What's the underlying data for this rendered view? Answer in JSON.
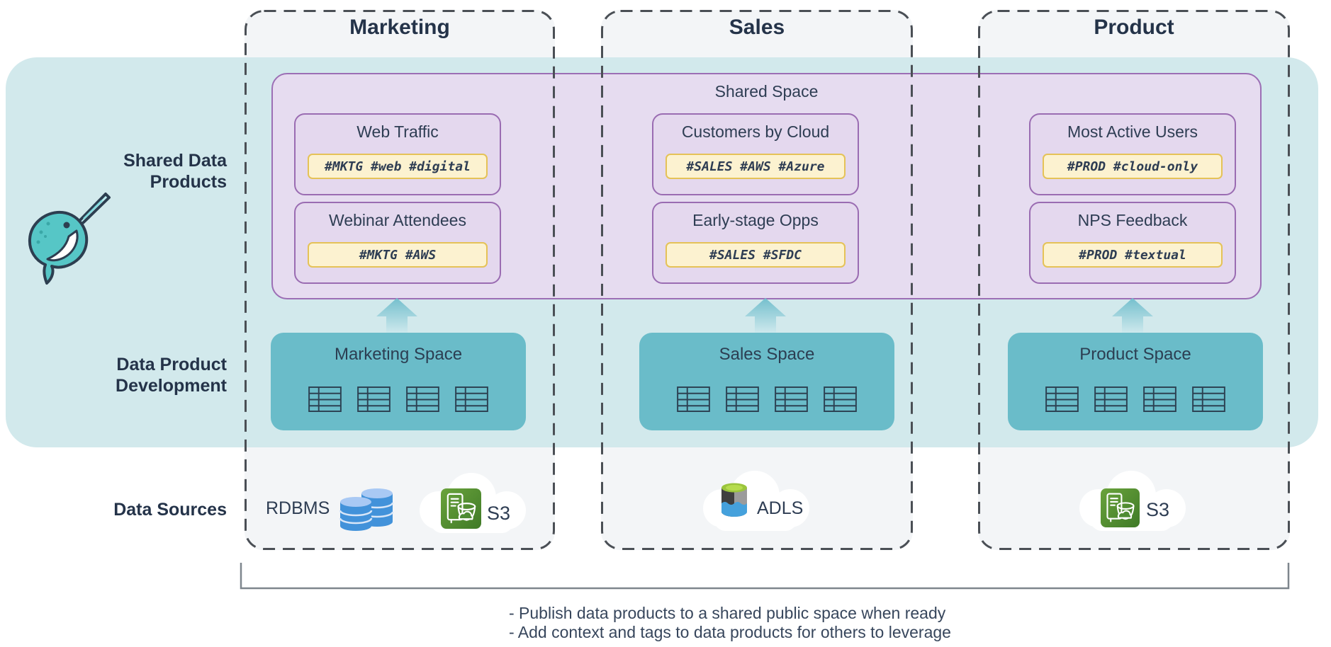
{
  "shared_space": {
    "label": "Shared Space"
  },
  "row_labels": {
    "shared_products": "Shared Data Products",
    "development": "Data Product Development",
    "sources": "Data Sources"
  },
  "columns": [
    {
      "name": "Marketing",
      "cards": [
        {
          "title": "Web Traffic",
          "tags": "#MKTG #web #digital"
        },
        {
          "title": "Webinar Attendees",
          "tags": "#MKTG #AWS"
        }
      ],
      "space": "Marketing Space",
      "sources": [
        {
          "label": "RDBMS",
          "icon": "database-icon"
        },
        {
          "label": "S3",
          "icon": "s3-icon"
        }
      ]
    },
    {
      "name": "Sales",
      "cards": [
        {
          "title": "Customers by Cloud",
          "tags": "#SALES #AWS #Azure"
        },
        {
          "title": "Early-stage Opps",
          "tags": "#SALES #SFDC"
        }
      ],
      "space": "Sales Space",
      "sources": [
        {
          "label": "ADLS",
          "icon": "adls-icon"
        }
      ]
    },
    {
      "name": "Product",
      "cards": [
        {
          "title": "Most Active Users",
          "tags": "#PROD #cloud-only"
        },
        {
          "title": "NPS Feedback",
          "tags": "#PROD #textual"
        }
      ],
      "space": "Product Space",
      "sources": [
        {
          "label": "S3",
          "icon": "s3-icon"
        }
      ]
    }
  ],
  "notes": {
    "line1": "- Publish data products to a shared public space when ready",
    "line2": "- Add context and tags to data products for others to leverage"
  },
  "colors": {
    "band_teal": "#d2e9ec",
    "shared_purple_fill": "#e6dcf0",
    "shared_purple_border": "#9c6fb5",
    "card_fill": "#e4d8ee",
    "tag_fill": "#fcf2d0",
    "tag_border": "#e5c257",
    "space_teal": "#6abcc9",
    "arrow_teal": "#7cc1ce",
    "dash_gray": "#4a4f55",
    "text_navy": "#26354c",
    "s3_green": "#4e8c33",
    "adls_blue": "#45a1dc",
    "db_blue": "#4292da"
  }
}
